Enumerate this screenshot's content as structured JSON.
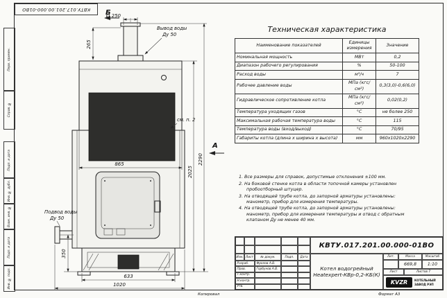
{
  "sheet": {
    "designation_top": "КВТУ.017.201.00.000-01ВО",
    "footer": {
      "copied": "Копировал",
      "format": "Формат А3"
    },
    "margin_labels": {
      "perv": "Перв. примен.",
      "sprav": "Справ. №",
      "podp1": "Подп. и дата",
      "inv_dubl": "Инв. № дубл.",
      "vzam": "Взам. инв. №",
      "podp2": "Подп. и дата",
      "inv_podl": "Инв. № подл."
    }
  },
  "drawing": {
    "view_b": "Б",
    "view_a": "А",
    "note_ref": "см. п. 2",
    "outlet_label_1": "Вывод воды",
    "outlet_label_2": "Ду 50",
    "inlet_label_1": "Подвод воды",
    "inlet_label_2": "Ду 50",
    "dims": {
      "pipe": "Ø 250",
      "d265": "265",
      "d865": "865",
      "d2290": "2290",
      "d2025": "2025",
      "d350": "350",
      "d633": "633",
      "d1020": "1020"
    }
  },
  "spec_table": {
    "title": "Техническая характеристика",
    "headers": [
      "Наименование показателей",
      "Единицы измерения",
      "Значение"
    ],
    "rows": [
      [
        "Номинальная мощность",
        "МВт",
        "0,2"
      ],
      [
        "Диапазон рабочего регулирования",
        "%",
        "50-100"
      ],
      [
        "Расход воды",
        "м³/ч",
        "7"
      ],
      [
        "Рабочее давление воды",
        "МПа (кгс/см²)",
        "0,3(3,0)-0,6(6,0)"
      ],
      [
        "Гидравлическое сопротивление котла",
        "МПа (кгс/см²)",
        "0,02(0,2)"
      ],
      [
        "Температура уходящих газов",
        "°С",
        "не более 250"
      ],
      [
        "Максимальная рабочая температура воды",
        "°С",
        "115"
      ],
      [
        "Температура воды (вход/выход)",
        "°С",
        "70/95"
      ],
      [
        "Габариты котла (длина х ширина х высота)",
        "мм",
        "960х1020х2290"
      ]
    ]
  },
  "notes": [
    "1.  Все размеры для справок, допустимые отклонения ±100 мм.",
    "2.  На боковой стенке котла в области топочной камеры установлен пробоотборный штуцер.",
    "3.  На отводящей трубе котла, до запорной арматуры установлены: манометр, прибор для измерения температуры.",
    "4.  На отводящей трубе котла, до запорной арматуры установлены: манометр, прибор для измерения температуры и отвод с обратным клапаном Ду не менее 40 мм."
  ],
  "title_block": {
    "designation": "КВТУ.017.201.00.000-01ВО",
    "name_line1": "Котел водогрейный",
    "name_line2": "Heatexpert-КВр-0,2-КБ(К)",
    "header_cells": [
      "Изм.",
      "Лист",
      "№ докум.",
      "Подп.",
      "Дата"
    ],
    "sign_rows": [
      {
        "role": "Разраб.",
        "name": "Фролов А.В."
      },
      {
        "role": "Пров.",
        "name": "Горбунов А.В."
      },
      {
        "role": "Т.контр.",
        "name": ""
      },
      {
        "role": "Н.контр.",
        "name": ""
      },
      {
        "role": "Утв.",
        "name": ""
      }
    ],
    "lit_label": "Лит.",
    "mass_label": "Масса",
    "scale_label": "Масштаб",
    "mass_value": "669,8",
    "scale_value": "1:10",
    "sheet_label": "Лист",
    "sheets_label": "Листов",
    "sheets_value": "7",
    "logo_text": "KVZR",
    "company_line1": "КОТЕЛЬНЫЙ",
    "company_line2": "ЗАВОД РЭП"
  }
}
